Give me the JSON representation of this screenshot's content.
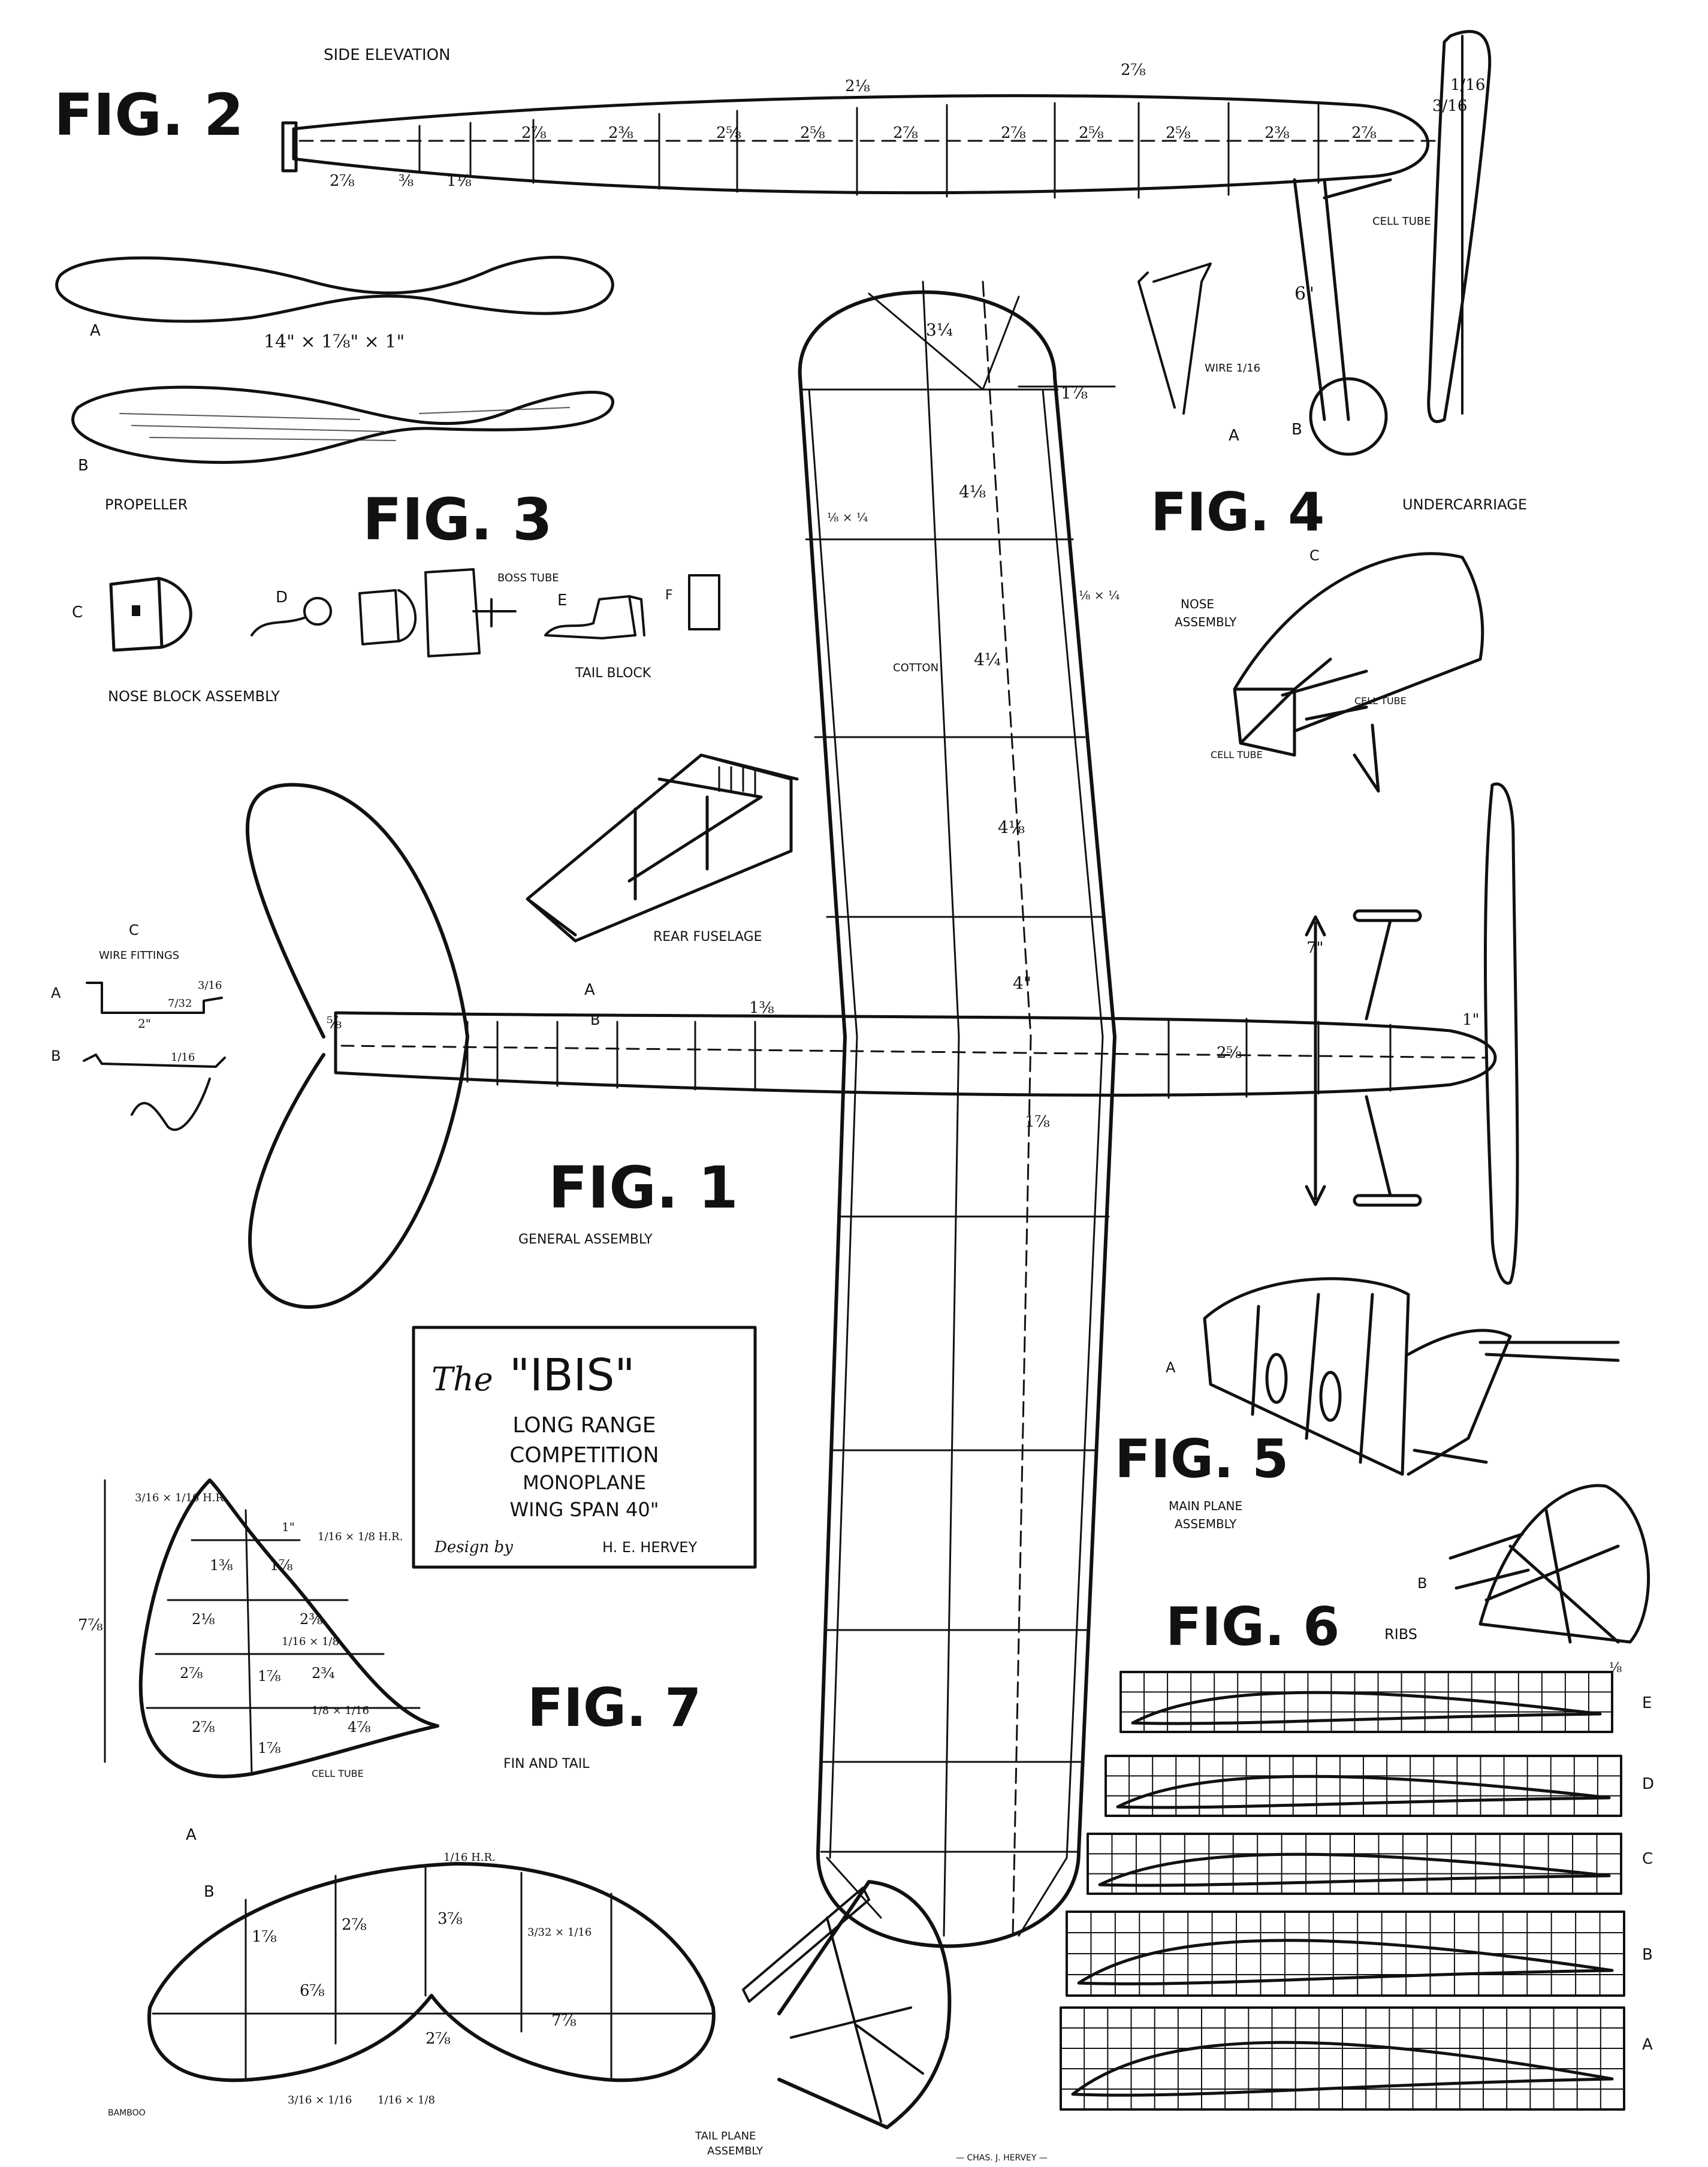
{
  "figures": {
    "fig1": "FIG. 1",
    "fig2": "FIG. 2",
    "fig3": "FIG. 3",
    "fig4": "FIG. 4",
    "fig5": "FIG. 5",
    "fig6": "FIG. 6",
    "fig7": "FIG. 7"
  },
  "captions": {
    "side_elevation": "SIDE ELEVATION",
    "propeller": "PROPELLER",
    "propeller_size": "14\" × 1⅞\" × 1\"",
    "nose_block_assembly": "NOSE BLOCK ASSEMBLY",
    "tail_block": "TAIL BLOCK",
    "boss_tube": "BOSS TUBE",
    "rear_fuselage": "REAR FUSELAGE",
    "wire_fittings": "WIRE FITTINGS",
    "general_assembly": "GENERAL ASSEMBLY",
    "undercarriage": "UNDERCARRIAGE",
    "nose_assembly_1": "NOSE",
    "nose_assembly_2": "ASSEMBLY",
    "cell_tube": "CELL TUBE",
    "wire_dia": "WIRE 1/16",
    "main_plane_1": "MAIN PLANE",
    "main_plane_2": "ASSEMBLY",
    "ribs": "RIBS",
    "fin_and_tail": "FIN AND TAIL",
    "tail_plane_1": "TAIL PLANE",
    "tail_plane_2": "ASSEMBLY",
    "cotton": "COTTON",
    "bamboo": "BAMBOO",
    "signature": "— CHAS. J. HERVEY —"
  },
  "title_box": {
    "the": "The",
    "name": "\"IBIS\"",
    "line1": "LONG RANGE",
    "line2": "COMPETITION",
    "line3": "MONOPLANE",
    "line4": "WING SPAN 40\"",
    "designer_prefix": "Design by",
    "designer": "H. E. HERVEY"
  },
  "part_letters": {
    "A": "A",
    "B": "B",
    "C": "C",
    "D": "D",
    "E": "E",
    "F": "F"
  },
  "dimensions": {
    "side_elev_upper": [
      "2⅛",
      "2⅞"
    ],
    "side_elev_stations": [
      "2⅞",
      "2⅜",
      "2⅝",
      "2⅝",
      "2⅞",
      "2⅞",
      "2⅝",
      "2⅝",
      "2⅜",
      "2⅞"
    ],
    "side_elev_tail": [
      "2⅞",
      "⅜",
      "1⅛"
    ],
    "nose_fraction_1": "1/16",
    "nose_fraction_2": "3/16",
    "undercarriage_height": "6\"",
    "wing_chord_tip": "3¼",
    "wing_chord_1": "4⅛",
    "wing_chord_2": "4¼",
    "wing_chord_3": "4⅛",
    "wing_chord_4": "4\"",
    "wing_offset": "1⅞",
    "spar_left": "⅛ × ¼",
    "spar_right": "⅛ × ¼",
    "fuselage_tail": "⅝",
    "fuselage_mid": "1⅜",
    "fuselage_nose": "2⅝",
    "fuselage_tip": "1\"",
    "wing_root": "1⅞",
    "uc_track": "7\"",
    "fitting_A": "7/32",
    "fitting_A2": "3/16",
    "fitting_A3": "2\"",
    "fitting_B": "1/16",
    "fin_height": "7⅞",
    "fin_labels": [
      "1⅜",
      "1⅞",
      "2⅛",
      "2⅜",
      "2⅞",
      "2¾",
      "2⅞",
      "1⅞",
      "1⅞",
      "4⅞"
    ],
    "fin_spars": [
      "3/16 × 1/16 H.R.",
      "1/16 × 1/8 H.R.",
      "1/16 × 1/8",
      "1/8 × 1/16"
    ],
    "fin_top": "1\"",
    "tail_labels": [
      "1⅞",
      "2⅞",
      "3⅞",
      "6⅞",
      "7⅞",
      "2⅞"
    ],
    "tail_spars": [
      "1/16 H.R.",
      "3/32 × 1/16",
      "3/16 × 1/16",
      "1/16 × 1/8"
    ],
    "rib_top": "⅛"
  }
}
